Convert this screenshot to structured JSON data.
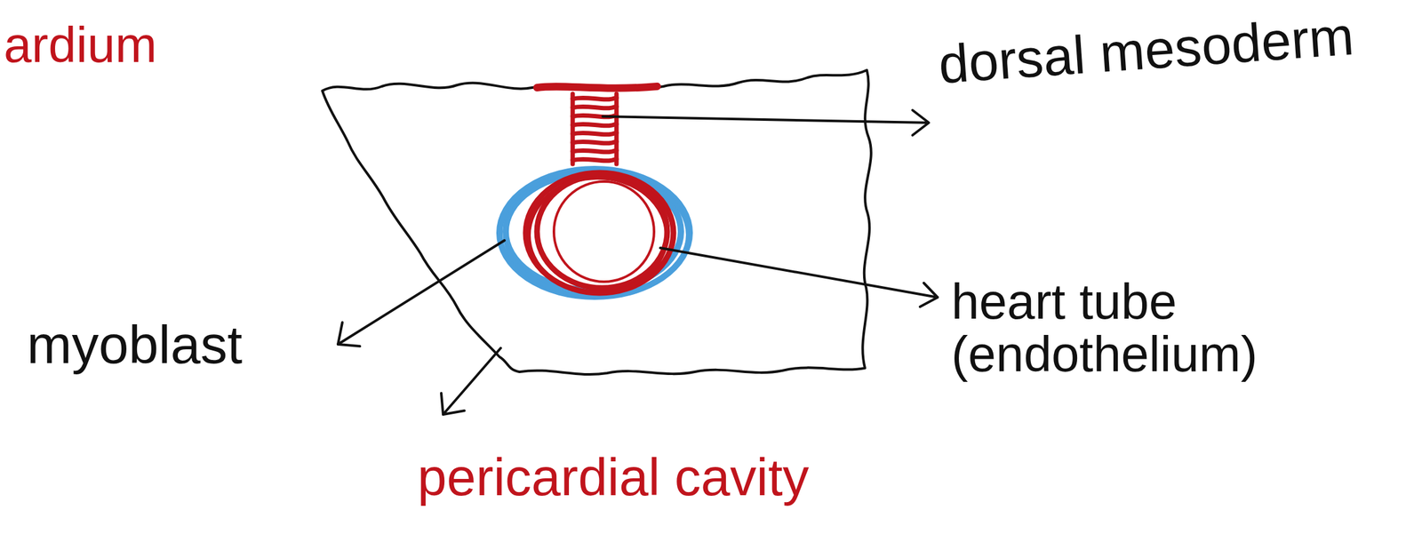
{
  "diagram": {
    "labels": [
      "ardium",
      "dorsal mesoderm",
      "myoblast",
      "heart tube (endothelium)",
      "pericardial cavity"
    ]
  }
}
